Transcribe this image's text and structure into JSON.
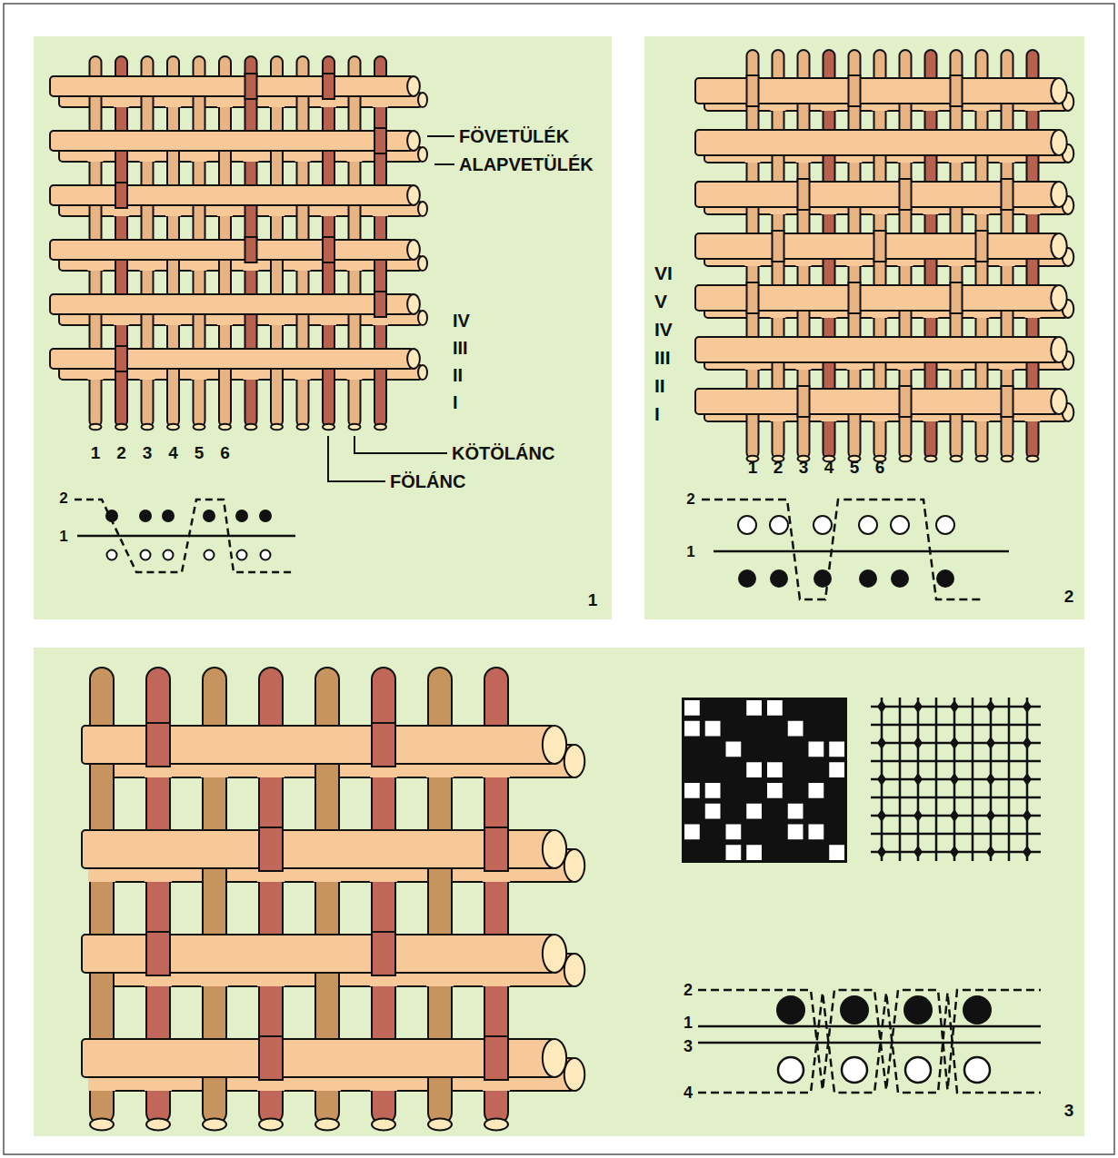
{
  "diagram": {
    "labels": [
      "FÖVETÜLÉK",
      "ALAPVETÜLÉK",
      "IV",
      "III",
      "II",
      "I",
      "1",
      "2",
      "3",
      "4",
      "5",
      "6",
      "KÖTÖLÁNC",
      "FÖLÁNC",
      "2",
      "1",
      "1",
      "VI",
      "V",
      "IV",
      "III",
      "II",
      "I",
      "1",
      "2",
      "3",
      "4",
      "5",
      "6",
      "2",
      "1",
      "2",
      "2",
      "1",
      "3",
      "4",
      "3"
    ]
  }
}
